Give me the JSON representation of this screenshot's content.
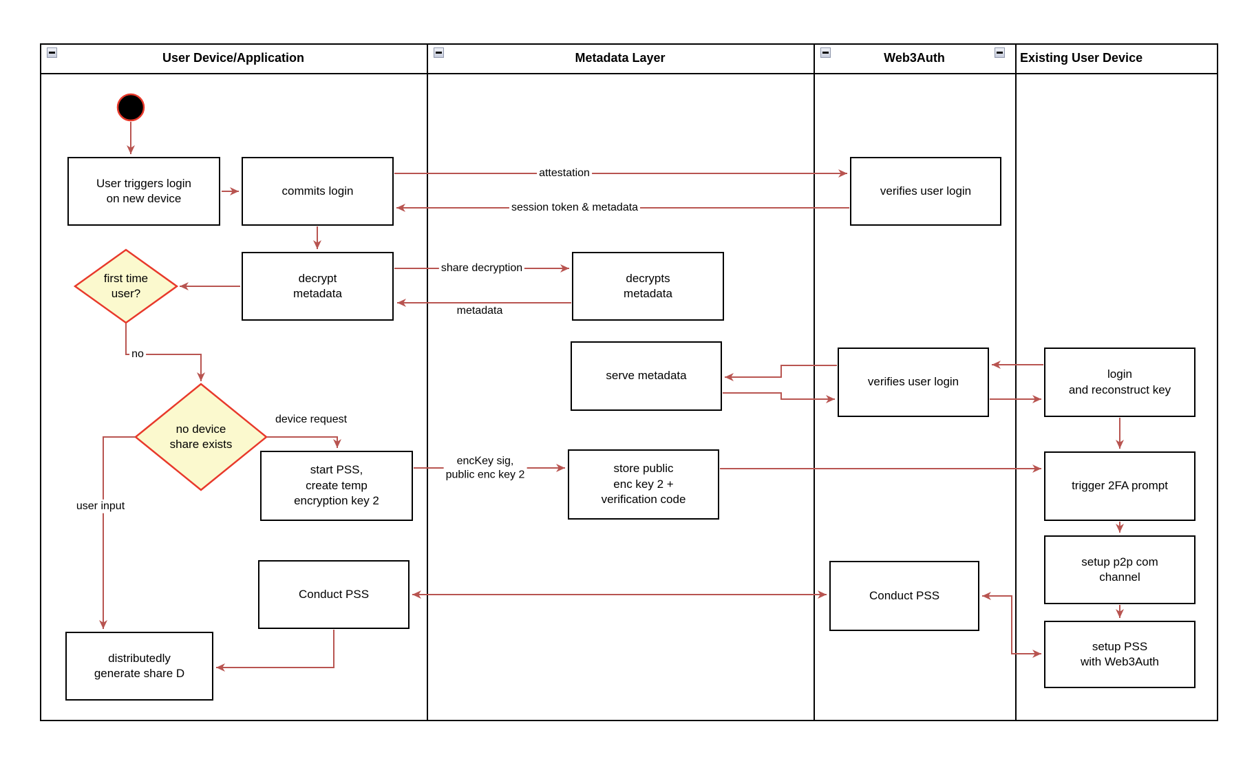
{
  "lanes": [
    {
      "title": "User Device/Application"
    },
    {
      "title": "Metadata Layer"
    },
    {
      "title": "Web3Auth"
    },
    {
      "title": "Existing User Device"
    }
  ],
  "nodes": {
    "user_triggers_login": "User triggers login\non new device",
    "commits_login": "commits login",
    "decrypt_metadata": "decrypt\nmetadata",
    "first_time_user": "first time\nuser?",
    "no_device_share": "no device\nshare exists",
    "start_pss": "start PSS,\ncreate temp\nencryption key 2",
    "conduct_pss": "Conduct PSS",
    "distributedly_generate": "distributedly\ngenerate share D",
    "decrypts_metadata": "decrypts\nmetadata",
    "serve_metadata": "serve metadata",
    "store_public_enc": "store public\nenc key 2 +\nverification code",
    "verifies_user_login": "verifies user login",
    "login_reconstruct": "login\nand reconstruct key",
    "trigger_2fa": "trigger 2FA prompt",
    "setup_p2p": "setup p2p com\nchannel",
    "setup_pss": "setup PSS\nwith Web3Auth"
  },
  "edge_labels": {
    "attestation": "attestation",
    "session_token": "session token & metadata",
    "share_decryption": "share decryption",
    "metadata": "metadata",
    "no": "no",
    "device_request": "device request",
    "enckey_sig": "encKey sig,\npublic enc key 2",
    "user_input": "user input"
  },
  "colors": {
    "arrow": "#B85450",
    "decision_fill": "#FBF9CE",
    "decision_border": "#E8392B",
    "node_fill": "#FFFFFF",
    "node_border": "#000000",
    "start_node_fill": "#000000",
    "start_node_ring": "#E8392B",
    "collapse_btn_border": "#8E96AB"
  }
}
